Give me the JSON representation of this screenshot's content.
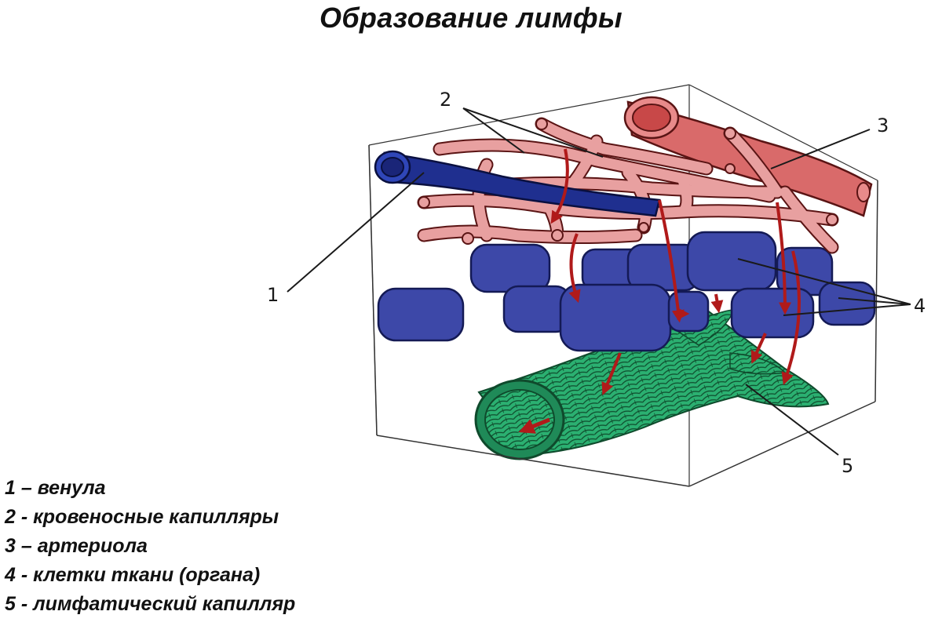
{
  "title": "Образование лимфы",
  "labels": [
    "1",
    "2",
    "3",
    "4",
    "5"
  ],
  "legend": [
    "1 – венула",
    "2 - кровеносные капилляры",
    "3 – артериола",
    "4 - клетки ткани (органа)",
    "5 - лимфатический капилляр"
  ],
  "colors": {
    "venule": "#1f2f8f",
    "artery": "#d96a6a",
    "capillary": "#e8a0a0",
    "cell": "#3d48a8",
    "lymph": "#2bb071",
    "arrow": "#b01a1a"
  }
}
